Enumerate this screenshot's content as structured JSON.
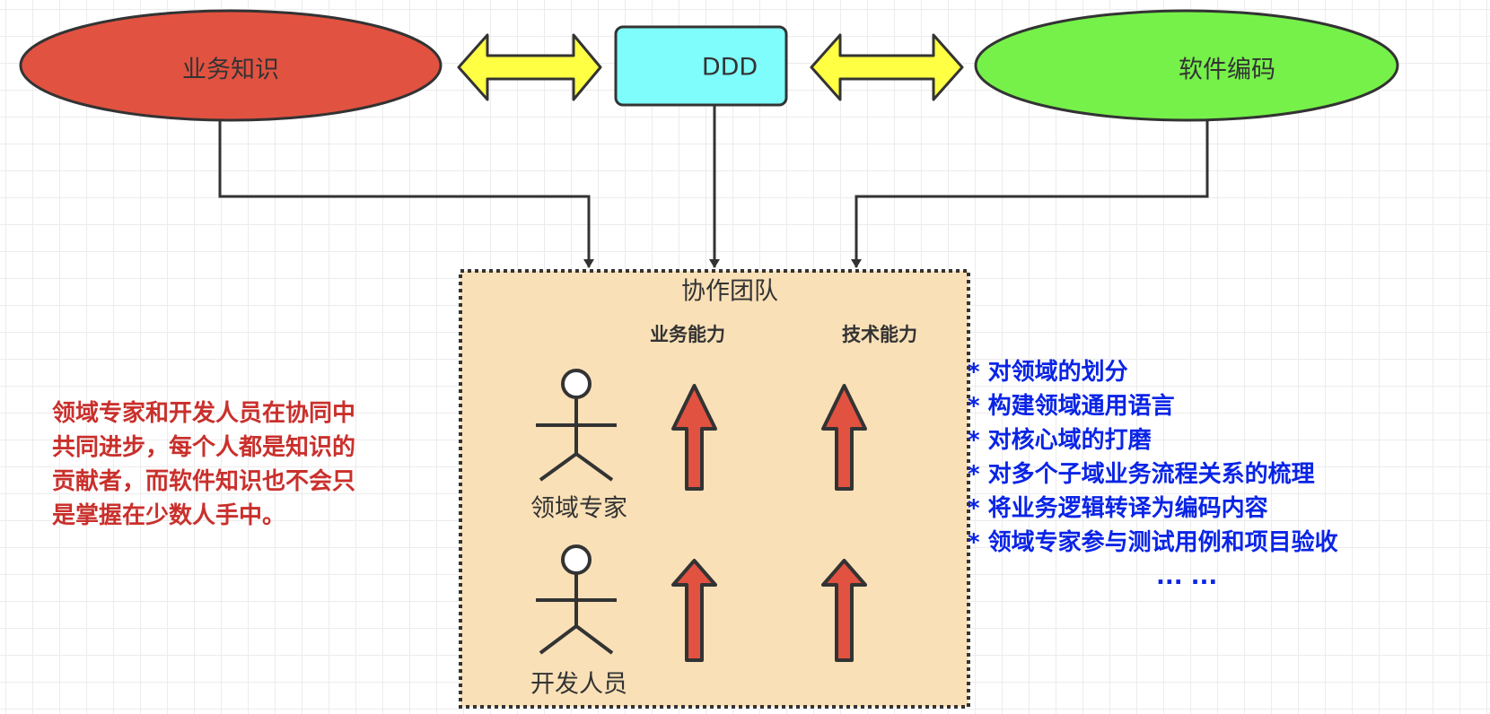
{
  "colors": {
    "business_knowledge_fill": "#e25241",
    "ddd_fill": "#7ffdfd",
    "software_coding_fill": "#76f14a",
    "double_arrow_fill": "#ffff44",
    "team_group_fill": "#f9e0b7",
    "capability_arrow_fill": "#e25241",
    "stroke": "#333333",
    "note_text": "#c9302c",
    "bullet_text": "#0a24e6"
  },
  "nodes": {
    "business_knowledge": "业务知识",
    "ddd": "DDD",
    "software_coding": "软件编码"
  },
  "team": {
    "title": "协作团队",
    "capabilities": [
      "业务能力",
      "技术能力"
    ],
    "actors": [
      "领域专家",
      "开发人员"
    ]
  },
  "note": {
    "lines": [
      "领域专家和开发人员在协同中",
      "共同进步，每个人都是知识的",
      "贡献者，而软件知识也不会只",
      "是掌握在少数人手中。"
    ]
  },
  "activities": {
    "items": [
      "* 对领域的划分",
      "* 构建领域通用语言",
      "* 对核心域的打磨",
      "* 对多个子域业务流程关系的梳理",
      "* 将业务逻辑转译为编码内容",
      "* 领域专家参与测试用例和项目验收"
    ],
    "ellipsis": "... ..."
  }
}
